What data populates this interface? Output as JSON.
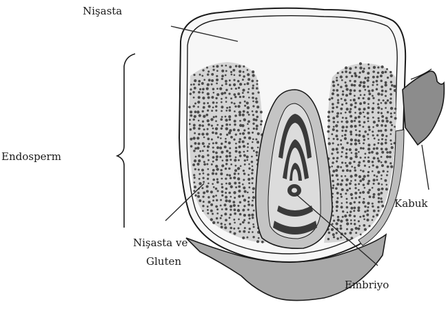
{
  "labels": {
    "starch": "Nişasta",
    "endosperm": "Endosperm",
    "starch_gluten_line1": "Nişasta ve",
    "starch_gluten_line2": "Gluten",
    "husk": "Kabuk",
    "embryo": "Embriyo"
  },
  "colors": {
    "ink": "#1a1a1a",
    "starch_fill": "#f7f7f7",
    "endosperm_fill": "#d4d4d4",
    "dot": "#4a4a4a",
    "embryo_outer": "#c4c4c4",
    "embryo_inner": "#dcdcdc",
    "embryo_band": "#3a3a3a",
    "husk_fill": "#8c8c8c",
    "base_fill": "#a8a8a8"
  }
}
